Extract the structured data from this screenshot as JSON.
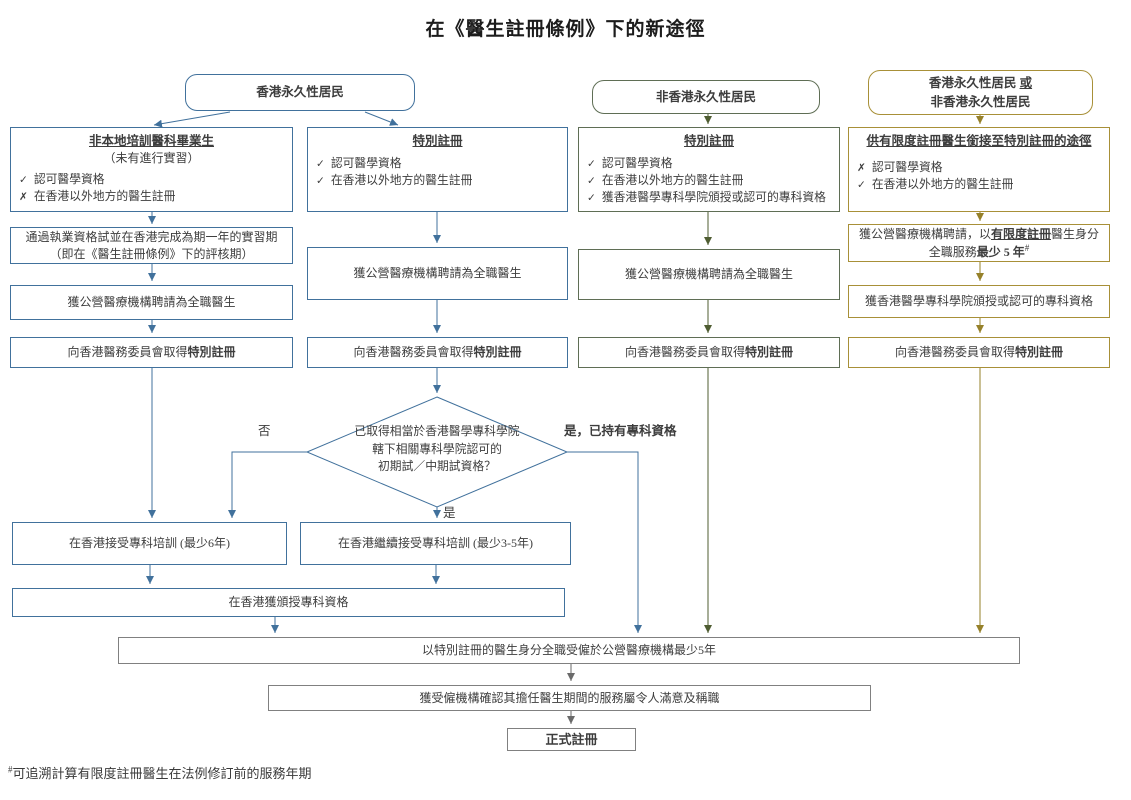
{
  "title": "在《醫生註冊條例》下的新途徑",
  "headers": {
    "hk": "香港永久性居民",
    "non_hk": "非香港永久性居民",
    "either_line1_pre": "香港永久性居民 ",
    "either_line1_or": "或",
    "either_line2": "非香港永久性居民"
  },
  "shared": {
    "employ_full_time": "獲公營醫療機構聘請為全職醫生",
    "register_pre": "向香港醫務委員會取得",
    "register_bold": "特別註冊"
  },
  "col1": {
    "profile_title": "非本地培訓醫科畢業生",
    "profile_subtitle": "（未有進行實習）",
    "criteria": [
      {
        "mark": "✓",
        "text": "認可醫學資格"
      },
      {
        "mark": "✗",
        "text": "在香港以外地方的醫生註冊"
      }
    ],
    "exam_line1": "通過執業資格試並在香港完成為期一年的實習期",
    "exam_line2": "（即在《醫生註冊條例》下的評核期）"
  },
  "col2": {
    "profile_title": "特別註冊",
    "criteria": [
      {
        "mark": "✓",
        "text": "認可醫學資格"
      },
      {
        "mark": "✓",
        "text": "在香港以外地方的醫生註冊"
      }
    ]
  },
  "col3": {
    "profile_title": "特別註冊",
    "criteria": [
      {
        "mark": "✓",
        "text": "認可醫學資格"
      },
      {
        "mark": "✓",
        "text": "在香港以外地方的醫生註冊"
      },
      {
        "mark": "✓",
        "text": "獲香港醫學專科學院頒授或認可的專科資格"
      }
    ]
  },
  "col4": {
    "profile_title": "供有限度註冊醫生銜接至特別註冊的途徑",
    "criteria": [
      {
        "mark": "✗",
        "text": "認可醫學資格"
      },
      {
        "mark": "✓",
        "text": "在香港以外地方的醫生註冊"
      }
    ],
    "service_pre": "獲公營醫療機構聘請，以",
    "service_limited": "有限度註冊",
    "service_post": "醫生身分",
    "service_line2_pre": "全職服務",
    "service_line2_bold": "最少 5 年",
    "service_sup": "#",
    "fellowship": "獲香港醫學專科學院頒授或認可的專科資格"
  },
  "decision": {
    "line1": "已取得相當於香港醫學專科學院",
    "line2": "轄下相關專科學院認可的",
    "line3": "初期試／中期試資格？",
    "no": "否",
    "yes": "是",
    "yes_specialist": "是，已持有專科資格"
  },
  "bottom": {
    "training_6y": "在香港接受專科培訓 (最少6年)",
    "training_3_5y": "在香港繼續接受專科培訓 (最少3-5年)",
    "specialist_qualification": "在香港獲頒授專科資格",
    "employment_5y": "以特別註冊的醫生身分全職受僱於公營醫療機構最少5年",
    "confirmation": "獲受僱機構確認其擔任醫生期間的服務屬令人滿意及稱職",
    "full_registration": "正式註冊"
  },
  "footnote": {
    "sup": "#",
    "text": "可追溯計算有限度註冊醫生在法例修訂前的服務年期"
  },
  "colors": {
    "blue": "#41719c",
    "green_border": "#5f6e55",
    "green_line": "#4f5d32",
    "gold_border": "#a89038",
    "gold_line": "#96812a",
    "grey_border": "#808080",
    "grey_line": "#6a6a6a"
  }
}
